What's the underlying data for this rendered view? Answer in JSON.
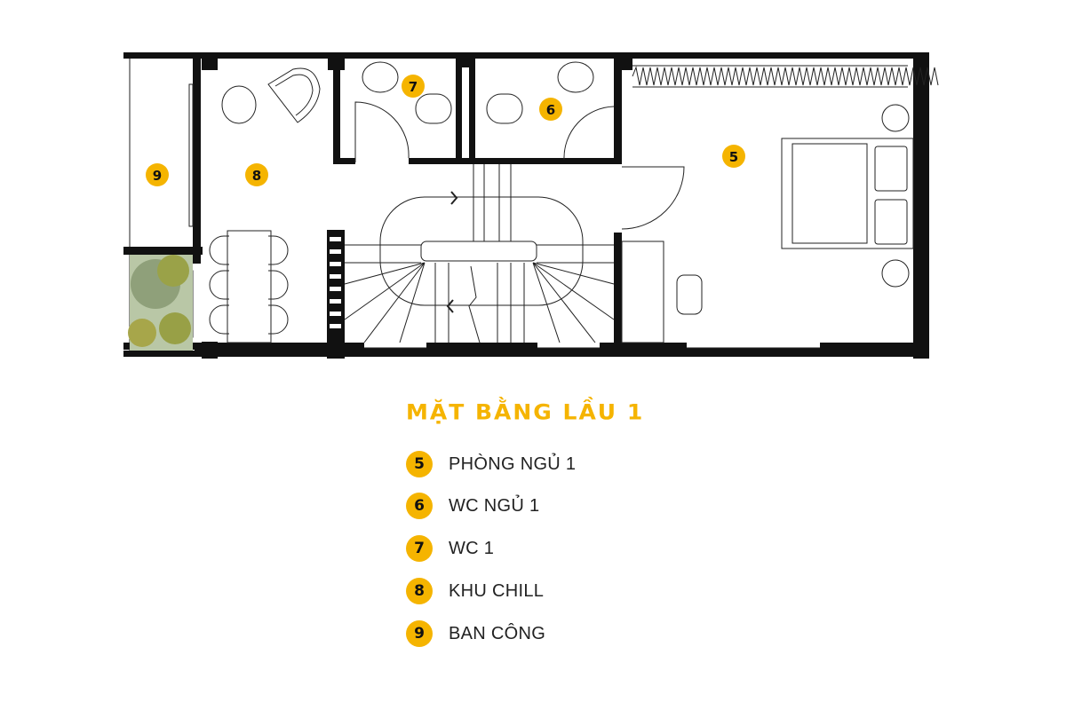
{
  "title": "MẶT BẰNG LẦU 1",
  "colors": {
    "accent": "#f5b400",
    "wall": "#111111",
    "line": "#222222"
  },
  "plan_labels": {
    "r5": "5",
    "r6": "6",
    "r7": "7",
    "r8": "8",
    "r9": "9"
  },
  "legend": [
    {
      "num": "5",
      "label": "PHÒNG NGỦ 1"
    },
    {
      "num": "6",
      "label": "WC NGỦ 1"
    },
    {
      "num": "7",
      "label": "WC 1"
    },
    {
      "num": "8",
      "label": "KHU CHILL"
    },
    {
      "num": "9",
      "label": "BAN CÔNG"
    }
  ]
}
